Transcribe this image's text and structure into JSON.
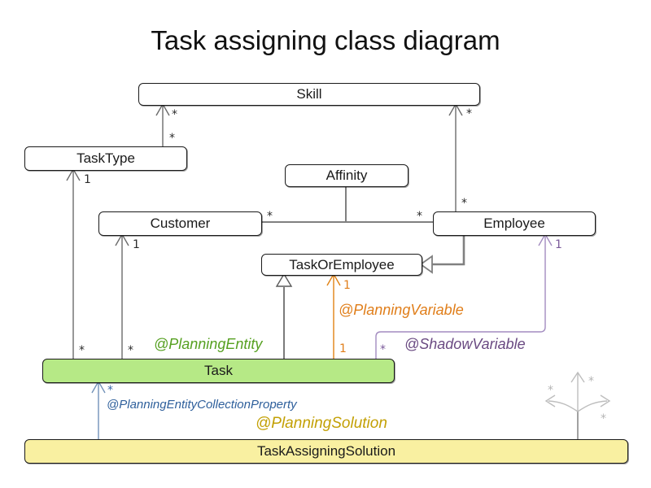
{
  "title": "Task assigning class diagram",
  "classes": {
    "skill": "Skill",
    "task_type": "TaskType",
    "affinity": "Affinity",
    "customer": "Customer",
    "employee": "Employee",
    "task_or_employee": "TaskOrEmployee",
    "task": "Task",
    "task_assigning_solution": "TaskAssigningSolution"
  },
  "annotations": {
    "planning_entity": "@PlanningEntity",
    "planning_variable": "@PlanningVariable",
    "shadow_variable": "@ShadowVariable",
    "planning_entity_collection_property": "@PlanningEntityCollectionProperty",
    "planning_solution": "@PlanningSolution"
  },
  "edges": [
    {
      "from": "TaskType",
      "to": "Skill",
      "from_label": "*",
      "to_label": "*"
    },
    {
      "from": "Employee",
      "to": "Skill",
      "from_label": "*",
      "to_label": "*"
    },
    {
      "from": "Customer",
      "to": "Employee",
      "via": "Affinity",
      "from_label": "*",
      "to_label": "*"
    },
    {
      "from": "Task",
      "to": "TaskType",
      "from_label": "*",
      "to_label": "1"
    },
    {
      "from": "Task",
      "to": "Customer",
      "from_label": "*",
      "to_label": "1"
    },
    {
      "from": "Task",
      "to": "TaskOrEmployee",
      "type": "inheritance"
    },
    {
      "from": "Employee",
      "to": "TaskOrEmployee",
      "type": "inheritance"
    },
    {
      "from": "Task",
      "to": "TaskOrEmployee",
      "annotation": "@PlanningVariable",
      "from_label": "1",
      "to_label": "1"
    },
    {
      "from": "Task",
      "to": "Employee",
      "annotation": "@ShadowVariable",
      "from_label": "*",
      "to_label": "1"
    },
    {
      "from": "TaskAssigningSolution",
      "to": "Task",
      "annotation": "@PlanningEntityCollectionProperty",
      "to_label": "*"
    },
    {
      "from": "TaskAssigningSolution",
      "to": "",
      "note": "faded fork",
      "labels": [
        "*",
        "*",
        "*"
      ]
    }
  ],
  "colors": {
    "task_fill": "#b6e986",
    "solution_fill": "#f9f0a1",
    "planning_entity": "#56a021",
    "planning_variable": "#e07e1a",
    "shadow_variable_text": "#6a4a82",
    "shadow_variable_line": "#a38cc0",
    "collection_property_text": "#2e5f9b",
    "collection_property_line": "#7191b8",
    "planning_solution": "#c3a005",
    "association_gray": "#808080",
    "faded_gray": "#bdbdbd"
  }
}
